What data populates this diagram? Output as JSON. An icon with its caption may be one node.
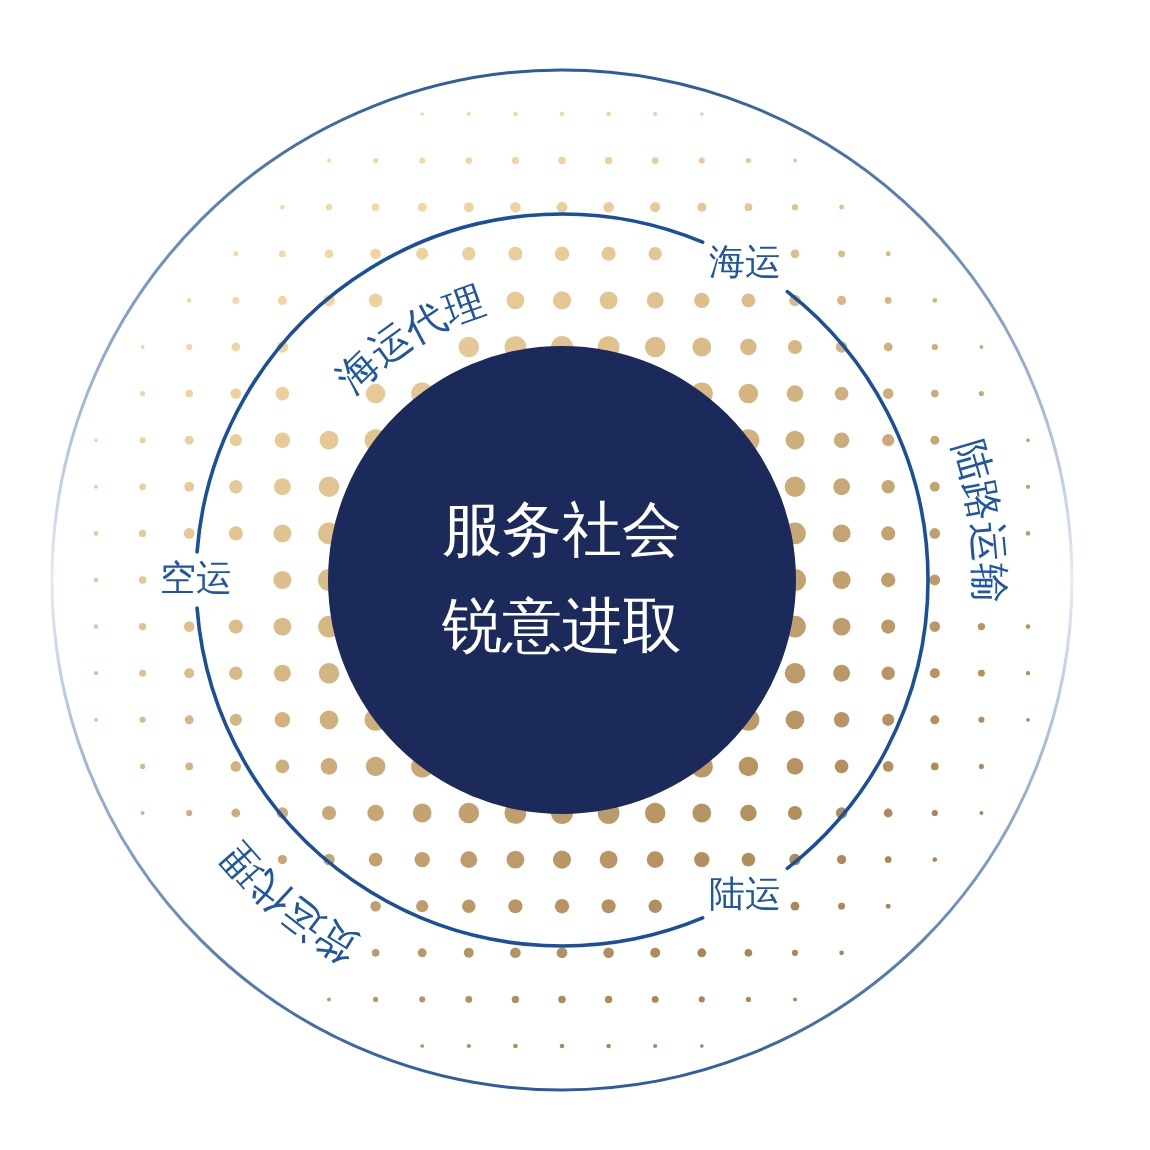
{
  "diagram": {
    "nodes": [
      {
        "text": [
          "海运"
        ]
      },
      {
        "text": [
          "服务社会",
          "锐意进取"
        ]
      },
      {
        "text": [
          "空运"
        ]
      },
      {
        "text": [
          "陆运"
        ]
      }
    ],
    "edges": [
      {
        "from": 2,
        "to": 0,
        "arrow": "none",
        "label": "海运代理"
      },
      {
        "from": 0,
        "to": 3,
        "arrow": "none",
        "label": "陆路运输"
      },
      {
        "from": 3,
        "to": 2,
        "arrow": "none",
        "label": "货运代理"
      }
    ]
  }
}
